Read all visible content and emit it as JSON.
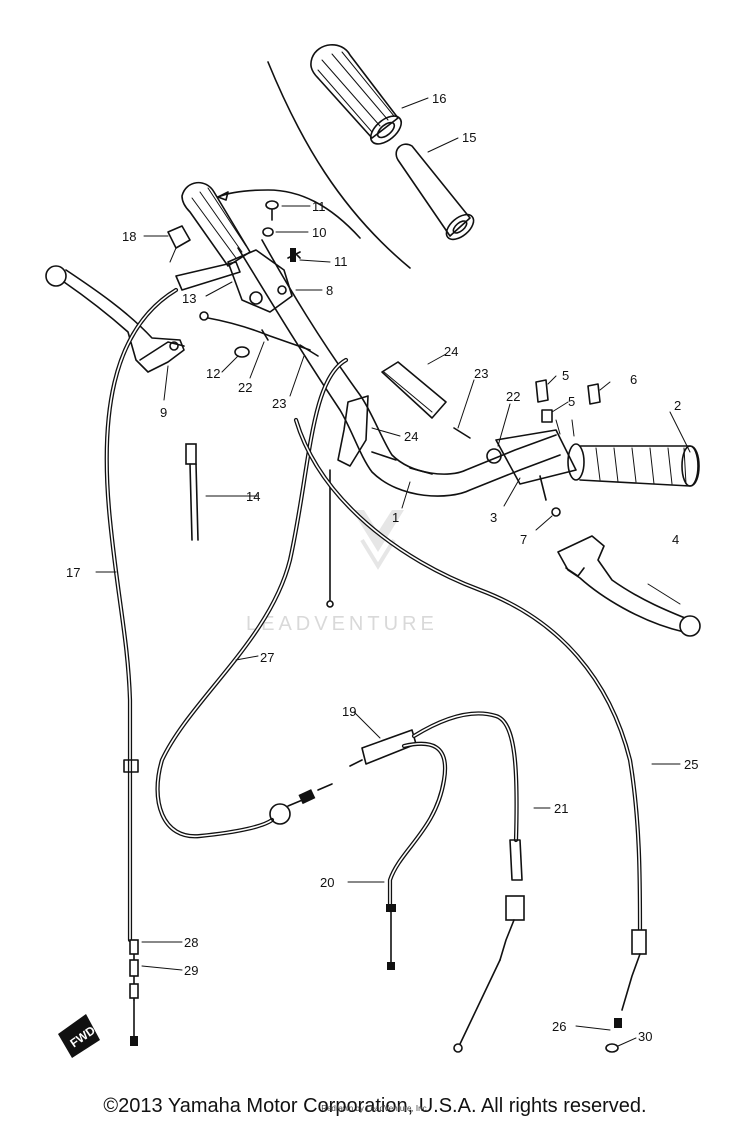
{
  "parts": [
    {
      "key": "p1",
      "label": "1"
    },
    {
      "key": "p2",
      "label": "2"
    },
    {
      "key": "p3",
      "label": "3"
    },
    {
      "key": "p4",
      "label": "4"
    },
    {
      "key": "p5a",
      "label": "5"
    },
    {
      "key": "p5b",
      "label": "5"
    },
    {
      "key": "p6",
      "label": "6"
    },
    {
      "key": "p7",
      "label": "7"
    },
    {
      "key": "p8",
      "label": "8"
    },
    {
      "key": "p9",
      "label": "9"
    },
    {
      "key": "p10",
      "label": "10"
    },
    {
      "key": "p11a",
      "label": "11"
    },
    {
      "key": "p11b",
      "label": "11"
    },
    {
      "key": "p12",
      "label": "12"
    },
    {
      "key": "p13",
      "label": "13"
    },
    {
      "key": "p14",
      "label": "14"
    },
    {
      "key": "p15",
      "label": "15"
    },
    {
      "key": "p16",
      "label": "16"
    },
    {
      "key": "p17",
      "label": "17"
    },
    {
      "key": "p18",
      "label": "18"
    },
    {
      "key": "p19",
      "label": "19"
    },
    {
      "key": "p20",
      "label": "20"
    },
    {
      "key": "p21",
      "label": "21"
    },
    {
      "key": "p22a",
      "label": "22"
    },
    {
      "key": "p22b",
      "label": "22"
    },
    {
      "key": "p23a",
      "label": "23"
    },
    {
      "key": "p23b",
      "label": "23"
    },
    {
      "key": "p24a",
      "label": "24"
    },
    {
      "key": "p24b",
      "label": "24"
    },
    {
      "key": "p25",
      "label": "25"
    },
    {
      "key": "p26",
      "label": "26"
    },
    {
      "key": "p27",
      "label": "27"
    },
    {
      "key": "p28",
      "label": "28"
    },
    {
      "key": "p29",
      "label": "29"
    },
    {
      "key": "p30",
      "label": "30"
    }
  ],
  "fwd_badge": "FWD",
  "watermark": "LEADVENTURE",
  "copyright": "©2013 Yamaha Motor Corporation, U.S.A. All rights reserved.",
  "overlay_text": "Redrawn by LeadVenture, Inc."
}
